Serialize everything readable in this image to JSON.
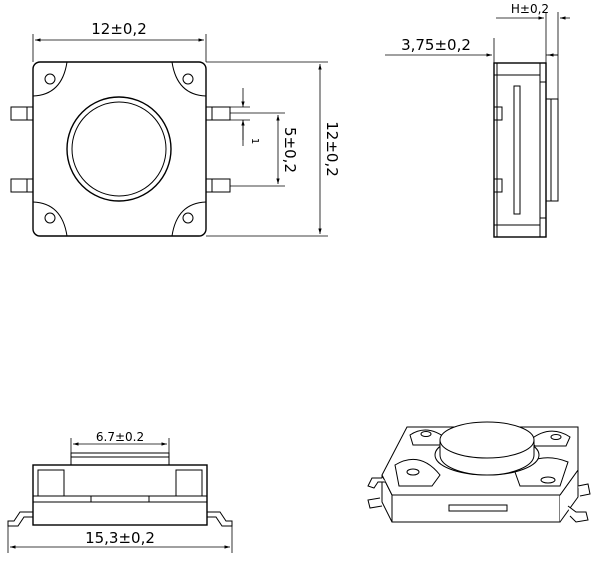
{
  "labels": {
    "top_width": "12±0,2",
    "right_height": "12±0,2",
    "pin_pitch": "5±0,2",
    "pin_width": "1",
    "side_depth": "3,75±0,2",
    "side_h": "H±0,2",
    "front_button": "6.7±0.2",
    "front_total": "15,3±0,2"
  }
}
